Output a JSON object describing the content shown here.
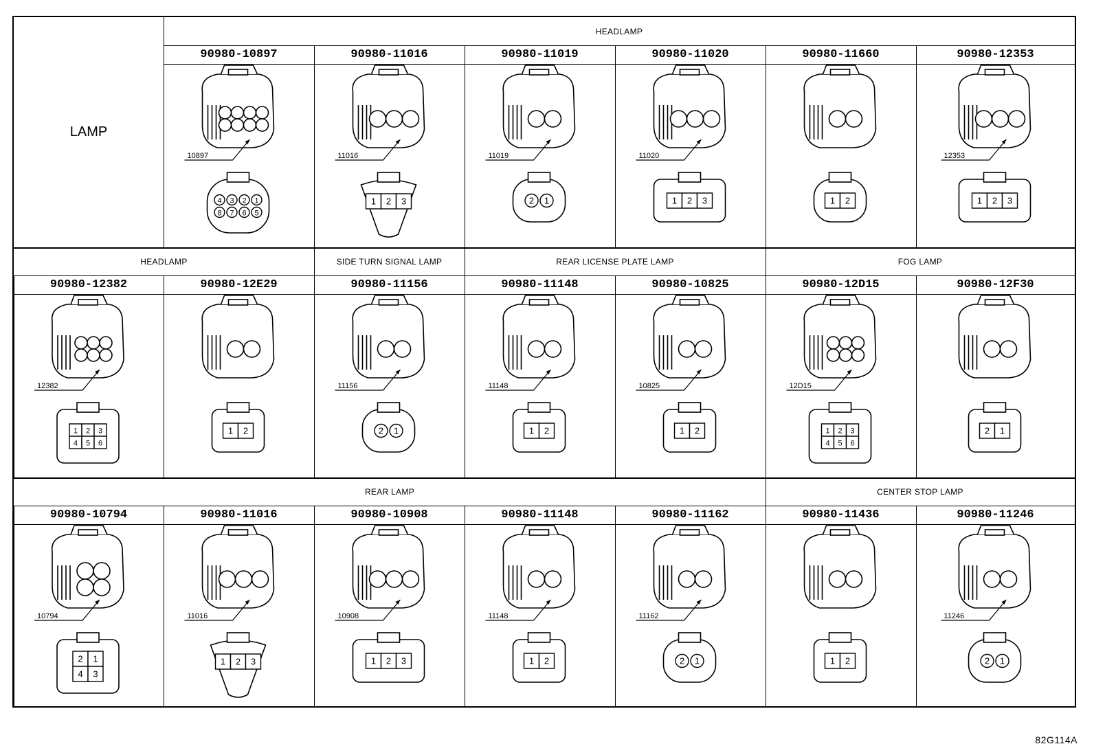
{
  "corner_label": "LAMP",
  "rows": [
    {
      "sections": [
        {
          "label": "HEADLAMP",
          "span": 6
        }
      ],
      "parts": [
        {
          "number": "90980-10897",
          "callout": "10897",
          "pins": [
            "4",
            "3",
            "2",
            "1",
            "8",
            "7",
            "6",
            "5"
          ],
          "style": "round8"
        },
        {
          "number": "90980-11016",
          "callout": "11016",
          "pins": [
            "1",
            "2",
            "3"
          ],
          "style": "tri3"
        },
        {
          "number": "90980-11019",
          "callout": "11019",
          "pins": [
            "2",
            "1"
          ],
          "style": "round2"
        },
        {
          "number": "90980-11020",
          "callout": "11020",
          "pins": [
            "1",
            "2",
            "3"
          ],
          "style": "wide3"
        },
        {
          "number": "90980-11660",
          "callout": "",
          "pins": [
            "1",
            "2"
          ],
          "style": "oval2"
        },
        {
          "number": "90980-12353",
          "callout": "12353",
          "pins": [
            "1",
            "2",
            "3"
          ],
          "style": "small3"
        }
      ]
    },
    {
      "sections": [
        {
          "label": "HEADLAMP",
          "span": 2
        },
        {
          "label": "SIDE TURN SIGNAL LAMP",
          "span": 1
        },
        {
          "label": "REAR LICENSE PLATE LAMP",
          "span": 2
        },
        {
          "label": "FOG LAMP",
          "span": 2
        }
      ],
      "parts": [
        {
          "number": "90980-12382",
          "callout": "12382",
          "pins": [
            "1",
            "2",
            "3",
            "4",
            "5",
            "6"
          ],
          "style": "grid6v"
        },
        {
          "number": "90980-12E29",
          "callout": "",
          "pins": [
            "1",
            "2"
          ],
          "style": "sq2"
        },
        {
          "number": "90980-11156",
          "callout": "11156",
          "pins": [
            "2",
            "1"
          ],
          "style": "round2b"
        },
        {
          "number": "90980-11148",
          "callout": "11148",
          "pins": [
            "1",
            "2"
          ],
          "style": "flat2"
        },
        {
          "number": "90980-10825",
          "callout": "10825",
          "pins": [
            "1",
            "2"
          ],
          "style": "box2"
        },
        {
          "number": "90980-12D15",
          "callout": "12D15",
          "pins": [
            "1",
            "2",
            "3",
            "4",
            "5",
            "6"
          ],
          "style": "grid6"
        },
        {
          "number": "90980-12F30",
          "callout": "",
          "pins": [
            "2",
            "1"
          ],
          "style": "sm2"
        }
      ]
    },
    {
      "sections": [
        {
          "label": "REAR LAMP",
          "span": 5
        },
        {
          "label": "CENTER STOP LAMP",
          "span": 2
        }
      ],
      "parts": [
        {
          "number": "90980-10794",
          "callout": "10794",
          "pins": [
            "2",
            "1",
            "4",
            "3"
          ],
          "style": "grid4"
        },
        {
          "number": "90980-11016",
          "callout": "11016",
          "pins": [
            "1",
            "2",
            "3"
          ],
          "style": "tri3"
        },
        {
          "number": "90980-10908",
          "callout": "10908",
          "pins": [
            "1",
            "2",
            "3"
          ],
          "style": "flat3"
        },
        {
          "number": "90980-11148",
          "callout": "11148",
          "pins": [
            "1",
            "2"
          ],
          "style": "flat2"
        },
        {
          "number": "90980-11162",
          "callout": "11162",
          "pins": [
            "2",
            "1"
          ],
          "style": "round2c"
        },
        {
          "number": "90980-11436",
          "callout": "",
          "pins": [
            "1",
            "2"
          ],
          "style": "box2b"
        },
        {
          "number": "90980-11246",
          "callout": "11246",
          "pins": [
            "2",
            "1"
          ],
          "style": "pill2"
        }
      ]
    }
  ],
  "figure_code": "82G114A"
}
